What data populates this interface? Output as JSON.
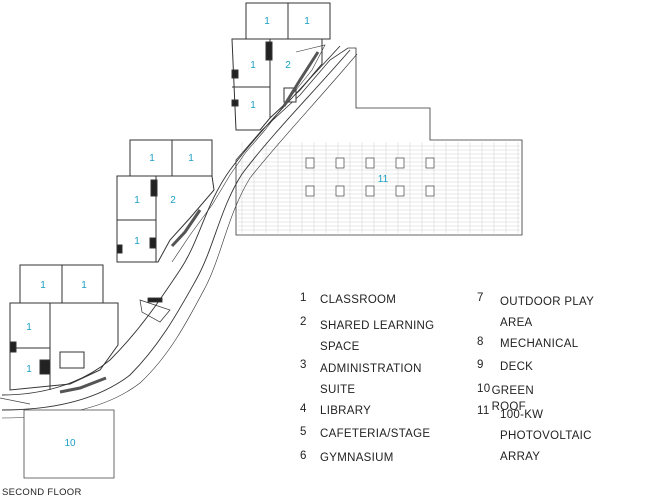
{
  "caption": "SECOND FLOOR",
  "room_labels": {
    "classroom": "1",
    "shared_learning": "2",
    "green_roof": "10",
    "pv_array": "11"
  },
  "legend": [
    {
      "num": "1",
      "label": "CLASSROOM"
    },
    {
      "num": "2",
      "label": "SHARED LEARNING SPACE"
    },
    {
      "num": "3",
      "label": "ADMINISTRATION SUITE"
    },
    {
      "num": "4",
      "label": "LIBRARY"
    },
    {
      "num": "5",
      "label": "CAFETERIA/STAGE"
    },
    {
      "num": "6",
      "label": "GYMNASIUM"
    },
    {
      "num": "7",
      "label": "OUTDOOR PLAY AREA"
    },
    {
      "num": "8",
      "label": "MECHANICAL"
    },
    {
      "num": "9",
      "label": "DECK"
    },
    {
      "num": "10",
      "label": "GREEN ROOF"
    },
    {
      "num": "11",
      "label": "100-KW PHOTOVOLTAIC ARRAY"
    }
  ]
}
